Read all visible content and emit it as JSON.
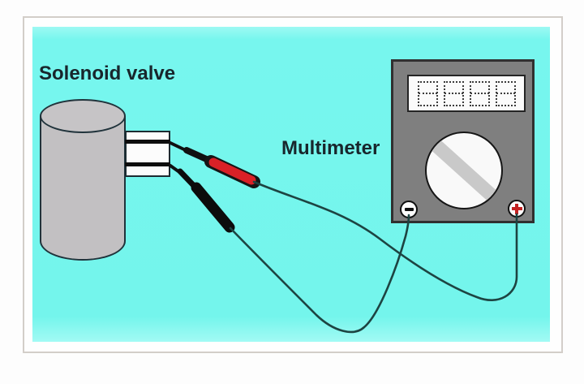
{
  "figure": {
    "labels": {
      "solenoid_valve": "Solenoid valve",
      "multimeter": "Multimeter"
    },
    "multimeter": {
      "display_value": "8888",
      "negative_terminal_symbol": "−",
      "positive_terminal_symbol": "+"
    },
    "leads": {
      "positive_lead_color": "#d92127",
      "negative_lead_color": "#0c0c0c",
      "wire_color": "#1d4442"
    },
    "colors": {
      "board_background": "#77f6ee",
      "frame_border": "#d3cec9",
      "meter_body": "#7f7f7f",
      "meter_outline": "#303030",
      "valve_body": "#c2c0c2",
      "label_text": "#18262c",
      "terminal_plus": "#c32222",
      "terminal_minus": "#101010"
    }
  }
}
